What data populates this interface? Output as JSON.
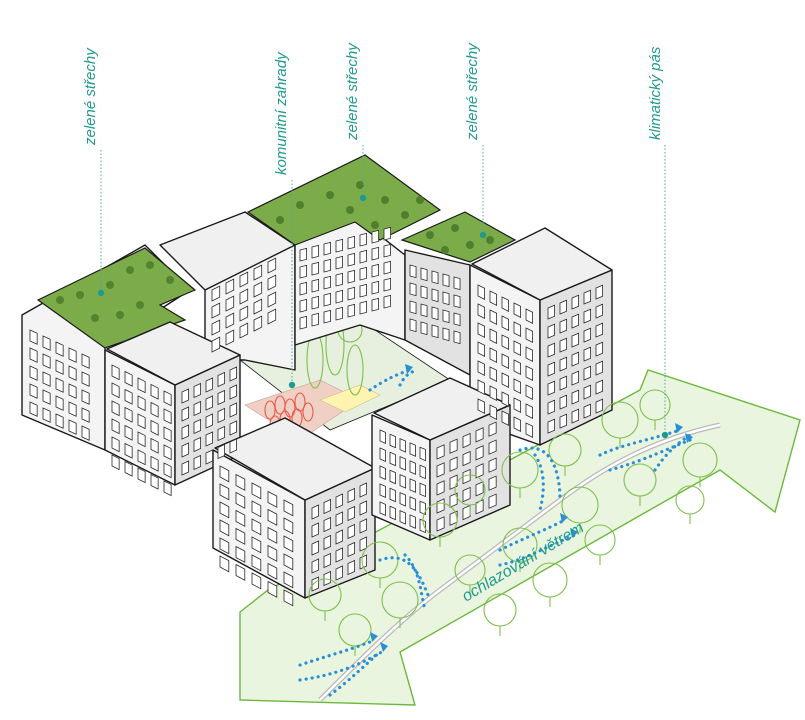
{
  "diagram": {
    "labels": {
      "green_roofs_1": "zelené střechy",
      "community_gardens": "komunitní zahrady",
      "green_roofs_2": "zelené střechy",
      "green_roofs_3": "zelené střechy",
      "climate_belt": "klimatický pás",
      "wind_cooling": "ochlazování větrem"
    },
    "colors": {
      "label_teal": "#1f9a8e",
      "leader_teal": "#4aa8a0",
      "roof_green": "#7cac4a",
      "roof_green_dark": "#4f7f2c",
      "roof_grey": "#f0f0f0",
      "wall_front": "#f4f4f4",
      "wall_side": "#e2e2e2",
      "belt_fill": "#eaf5df",
      "belt_stroke": "#6cb83c",
      "tree_green": "#7cc04a",
      "wind_blue": "#2a8fd6",
      "garden_red": "#e85a4a",
      "path_grey": "#b9b9b9",
      "paving_pink": "#f0cfc5"
    }
  }
}
